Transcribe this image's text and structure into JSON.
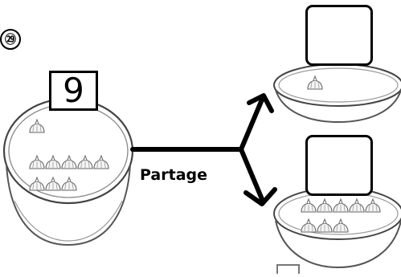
{
  "problem": {
    "number": "㉙"
  },
  "source_bowl": {
    "count": "9",
    "items": 9
  },
  "operation": {
    "label": "Partage"
  },
  "result_bowls": [
    {
      "items": 1,
      "answer": ""
    },
    {
      "items": 8,
      "answer": ""
    }
  ],
  "colors": {
    "ink": "#000000",
    "bowl_line": "#6b6b6b",
    "garlic_fill": "#f4f4f4"
  }
}
